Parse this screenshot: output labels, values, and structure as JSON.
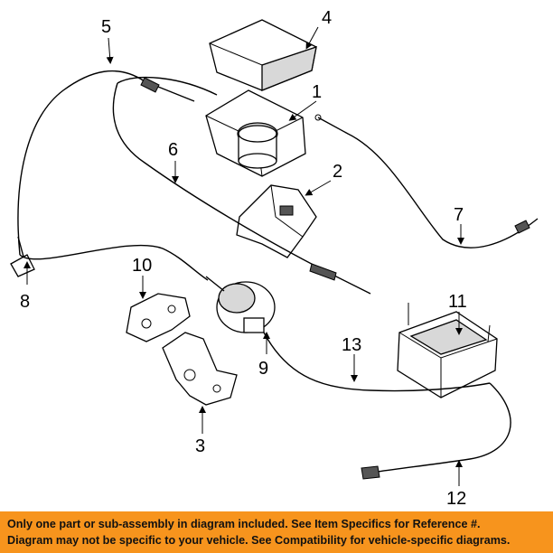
{
  "diagram": {
    "callouts": {
      "c1": "1",
      "c2": "2",
      "c3": "3",
      "c4": "4",
      "c5": "5",
      "c6": "6",
      "c7": "7",
      "c8": "8",
      "c9": "9",
      "c10": "10",
      "c11": "11",
      "c12": "12",
      "c13": "13"
    }
  },
  "footer": {
    "line1": "Only one part or sub-assembly in diagram included. See Item Specifics for Reference #.",
    "line2": "Diagram may not be specific to your vehicle. See Compatibility for vehicle-specific diagrams."
  }
}
